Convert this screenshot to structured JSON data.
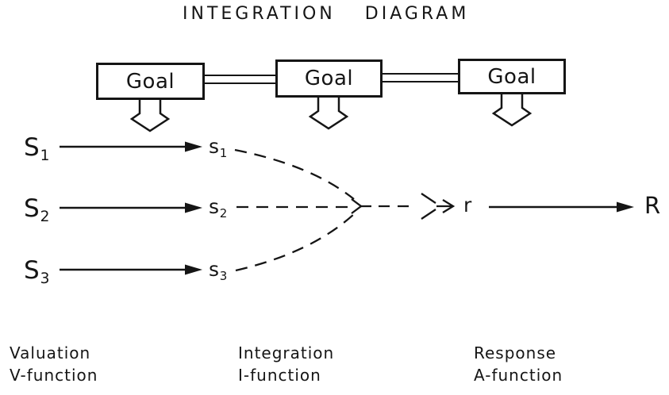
{
  "title": "INTEGRATION DIAGRAM",
  "colors": {
    "ink": "#151515",
    "background": "#ffffff"
  },
  "goal_boxes": [
    {
      "label": "Goal"
    },
    {
      "label": "Goal"
    },
    {
      "label": "Goal"
    }
  ],
  "stimulus_rows": [
    {
      "external": "S",
      "external_sub": "1",
      "internal": "s",
      "internal_sub": "1"
    },
    {
      "external": "S",
      "external_sub": "2",
      "internal": "s",
      "internal_sub": "2"
    },
    {
      "external": "S",
      "external_sub": "3",
      "internal": "s",
      "internal_sub": "3"
    }
  ],
  "response_labels": {
    "implicit": "r",
    "overt": "R"
  },
  "function_labels": [
    {
      "process": "Valuation",
      "function": "V-function"
    },
    {
      "process": "Integration",
      "function": "I-function"
    },
    {
      "process": "Response",
      "function": "A-function"
    }
  ]
}
